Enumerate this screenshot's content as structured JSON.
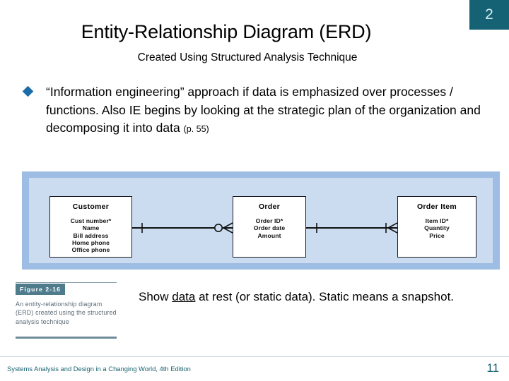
{
  "slide": {
    "badge_number": "2",
    "title": "Entity-Relationship Diagram (ERD)",
    "subtitle": "Created Using Structured Analysis Technique",
    "accent_teal": "#156274",
    "bullet_blue": "#1b6ca8",
    "panel_outer_blue": "#9ebde4",
    "panel_inner_blue": "#ccdcf0"
  },
  "bullet": {
    "marker": "diamond-bullet",
    "text": "“Information engineering” approach if data is emphasized over processes / functions.  Also IE begins by looking at the strategic plan of the organization and decomposing it into data ",
    "page_ref": "(p. 55)"
  },
  "erd": {
    "entities": [
      {
        "name": "Customer",
        "attributes": [
          "Cust number*",
          "Name",
          "Bill address",
          "Home phone",
          "Office phone"
        ]
      },
      {
        "name": "Order",
        "attributes": [
          "Order ID*",
          "Order date",
          "Amount"
        ]
      },
      {
        "name": "Order Item",
        "attributes": [
          "Item ID*",
          "Quantity",
          "Price"
        ]
      }
    ],
    "relationships": [
      {
        "from": "Customer",
        "to": "Order",
        "from_cardinality": "one",
        "to_cardinality": "zero-or-many"
      },
      {
        "from": "Order",
        "to": "Order Item",
        "from_cardinality": "one",
        "to_cardinality": "one-or-many"
      }
    ]
  },
  "figure": {
    "tag": "Figure 2-16",
    "caption": "An entity-relationship diagram (ERD) created using the structured analysis technique"
  },
  "note": {
    "lead": "Show ",
    "underlined": "data",
    "rest": " at rest (or static data). Static means a snapshot."
  },
  "footer": {
    "source": "Systems Analysis and Design in a Changing World, 4th Edition",
    "page": "11"
  }
}
